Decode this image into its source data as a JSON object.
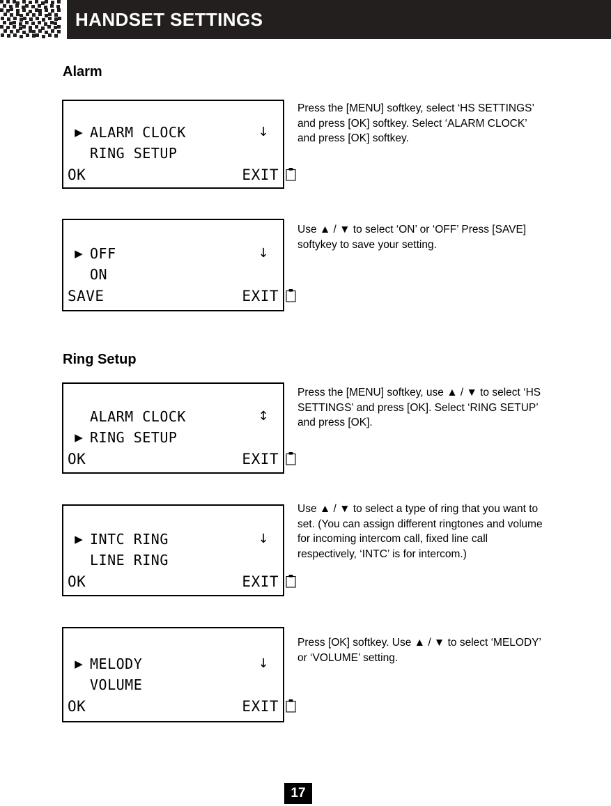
{
  "header": {
    "title": "HANDSET SETTINGS",
    "band_color": "#231f1e",
    "text_color": "#ffffff"
  },
  "sections": [
    {
      "heading": "Alarm"
    },
    {
      "heading": "Ring Setup"
    }
  ],
  "panels": [
    {
      "id": "panel-1",
      "pointer": "▶",
      "row1_label": "ALARM CLOCK",
      "row1_glyph": "↓",
      "row2_label": "RING SETUP",
      "row2_glyph": "clipboard-icon",
      "softkey_left": "OK",
      "softkey_right": "EXIT",
      "selected_row": 1
    },
    {
      "id": "panel-2",
      "pointer": "▶",
      "row1_label": "OFF",
      "row1_glyph": "↓",
      "row2_label": "ON",
      "row2_glyph": "clipboard-icon",
      "softkey_left": "SAVE",
      "softkey_right": "EXIT",
      "selected_row": 1
    },
    {
      "id": "panel-3",
      "pointer": "▶",
      "row1_label": "ALARM CLOCK",
      "row1_glyph": "↕",
      "row2_label": "RING SETUP",
      "row2_glyph": "clipboard-icon",
      "softkey_left": "OK",
      "softkey_right": "EXIT",
      "selected_row": 2
    },
    {
      "id": "panel-4",
      "pointer": "▶",
      "row1_label": "INTC RING",
      "row1_glyph": "↓",
      "row2_label": "LINE RING",
      "row2_glyph": "clipboard-icon",
      "softkey_left": "OK",
      "softkey_right": "EXIT",
      "selected_row": 1
    },
    {
      "id": "panel-5",
      "pointer": "▶",
      "row1_label": "MELODY",
      "row1_glyph": "↓",
      "row2_label": "VOLUME",
      "row2_glyph": "clipboard-icon",
      "softkey_left": "OK",
      "softkey_right": "EXIT",
      "selected_row": 1
    }
  ],
  "instructions": [
    {
      "id": "instr-1",
      "text": "Press the [MENU] softkey, select ‘HS SETTINGS’ and press [OK] softkey. Select ‘ALARM CLOCK’ and press [OK] softkey."
    },
    {
      "id": "instr-2",
      "text": "Use ▲ / ▼ to select ‘ON’ or ‘OFF’ Press [SAVE] softykey to save your setting."
    },
    {
      "id": "instr-3",
      "text": "Press the [MENU] softkey, use ▲ / ▼ to select ‘HS SETTINGS’ and press [OK]. Select ‘RING SETUP’ and press [OK]."
    },
    {
      "id": "instr-4",
      "text": "Use ▲ / ▼ to select a type of ring that you want to set. (You can assign different ringtones and volume for incoming intercom call, fixed line call respectively, ‘INTC’ is for intercom.)"
    },
    {
      "id": "instr-5",
      "text": "Press [OK] softkey. Use ▲ / ▼ to select ‘MELODY’ or ‘VOLUME’ setting."
    }
  ],
  "footer": {
    "page_number": "17"
  }
}
